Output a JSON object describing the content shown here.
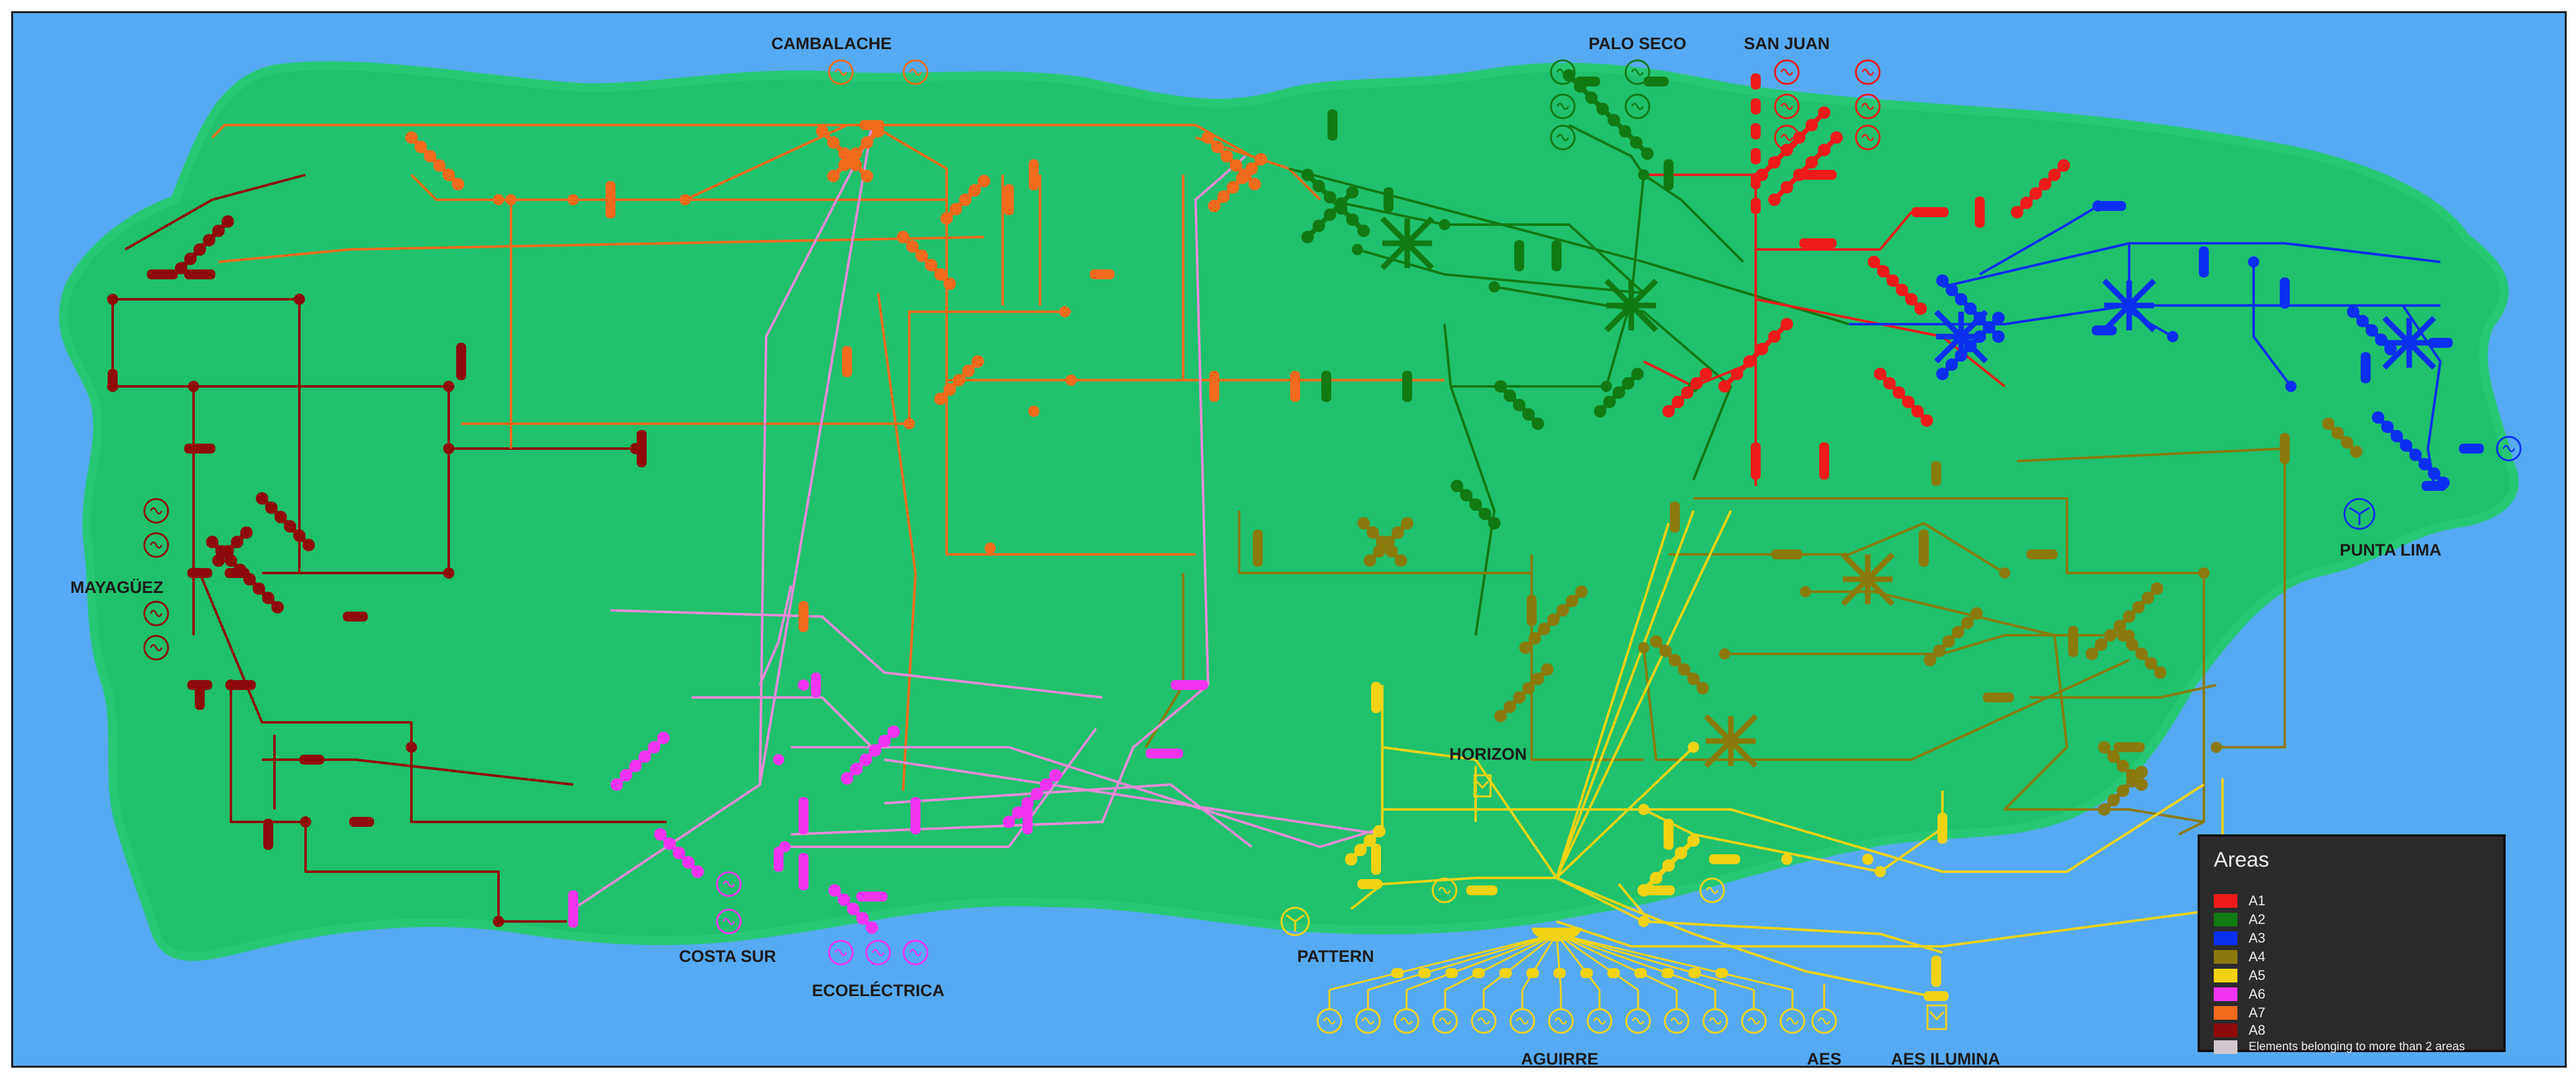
{
  "map": {
    "colors": {
      "sea": "#56aaf3",
      "land": "#1fc16c",
      "land_edge": "#27c874",
      "A1": "#ef1b1b",
      "A2": "#127a12",
      "A3": "#0b2ff0",
      "A4": "#8b7a0d",
      "A5": "#f2d314",
      "A6": "#f234f0",
      "A7": "#f26a1d",
      "A8": "#8f0a0a",
      "multi": "#d2c7cf",
      "pink_line": "#e98ad8"
    },
    "places": [
      {
        "id": "cambalache",
        "name": "CAMBALACHE",
        "area": "A7"
      },
      {
        "id": "palo-seco",
        "name": "PALO SECO",
        "area": "A2"
      },
      {
        "id": "san-juan",
        "name": "SAN JUAN",
        "area": "A1"
      },
      {
        "id": "mayaguez",
        "name": "MAYAGÜEZ",
        "area": "A8"
      },
      {
        "id": "punta-lima",
        "name": "PUNTA LIMA",
        "area": "A3"
      },
      {
        "id": "horizon",
        "name": "HORIZON",
        "area": "A5"
      },
      {
        "id": "costa-sur",
        "name": "COSTA SUR",
        "area": "A6"
      },
      {
        "id": "ecoelectrica",
        "name": "ECOELÉCTRICA",
        "area": "A6"
      },
      {
        "id": "pattern",
        "name": "PATTERN",
        "area": "A5"
      },
      {
        "id": "aguirre",
        "name": "AGUIRRE",
        "area": "A5"
      },
      {
        "id": "aes",
        "name": "AES",
        "area": "A5"
      },
      {
        "id": "aes-ilumina",
        "name": "AES ILUMINA",
        "area": "A5"
      }
    ],
    "generator_icon": "generator-icon",
    "wind_icon": "wind-turbine-icon",
    "solar_icon": "solar-panel-icon"
  },
  "legend": {
    "title": "Areas",
    "items": [
      {
        "label": "A1",
        "color": "#ef1b1b"
      },
      {
        "label": "A2",
        "color": "#127a12"
      },
      {
        "label": "A3",
        "color": "#0b2ff0"
      },
      {
        "label": "A4",
        "color": "#8b7a0d"
      },
      {
        "label": "A5",
        "color": "#f2d314"
      },
      {
        "label": "A6",
        "color": "#f234f0"
      },
      {
        "label": "A7",
        "color": "#f26a1d"
      },
      {
        "label": "A8",
        "color": "#8f0a0a"
      },
      {
        "label": "Elements belonging to more than 2 areas",
        "color": "#d2c7cf"
      }
    ]
  }
}
